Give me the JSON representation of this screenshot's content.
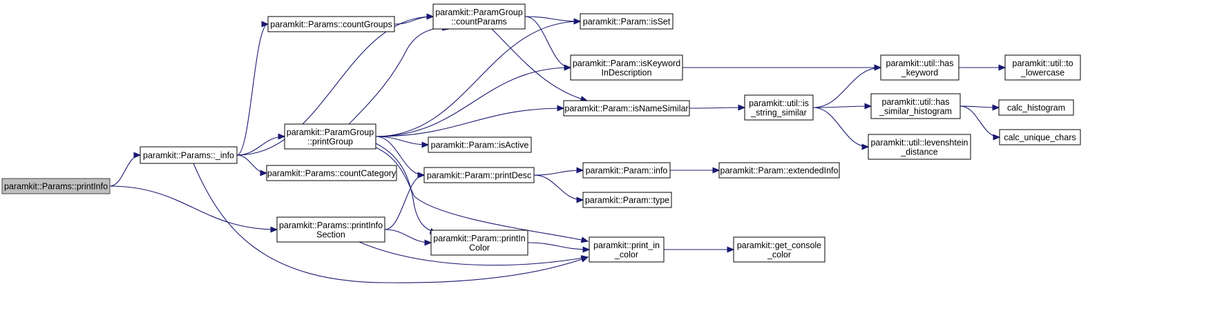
{
  "colors": {
    "edge": "#191970",
    "root_fill": "#bfbfbf",
    "node_fill": "#ffffff",
    "border": "#000000"
  },
  "nodes": [
    {
      "id": "printInfo",
      "lines": [
        "paramkit::Params::printInfo"
      ],
      "root": true
    },
    {
      "id": "_info",
      "lines": [
        "paramkit::Params::_info"
      ]
    },
    {
      "id": "printInfoSection",
      "lines": [
        "paramkit::Params::printInfo",
        "Section"
      ]
    },
    {
      "id": "countGroups",
      "lines": [
        "paramkit::Params::countGroups"
      ]
    },
    {
      "id": "printGroup",
      "lines": [
        "paramkit::ParamGroup",
        "::printGroup"
      ]
    },
    {
      "id": "countCategory",
      "lines": [
        "paramkit::Params::countCategory"
      ]
    },
    {
      "id": "countParams",
      "lines": [
        "paramkit::ParamGroup",
        "::countParams"
      ]
    },
    {
      "id": "isActive",
      "lines": [
        "paramkit::Param::isActive"
      ]
    },
    {
      "id": "printDesc",
      "lines": [
        "paramkit::Param::printDesc"
      ]
    },
    {
      "id": "printInColor",
      "lines": [
        "paramkit::Param::printIn",
        "Color"
      ]
    },
    {
      "id": "isSet",
      "lines": [
        "paramkit::Param::isSet"
      ]
    },
    {
      "id": "isKeyword",
      "lines": [
        "paramkit::Param::isKeyword",
        "InDescription"
      ]
    },
    {
      "id": "isNameSimilar",
      "lines": [
        "paramkit::Param::isNameSimilar"
      ]
    },
    {
      "id": "info",
      "lines": [
        "paramkit::Param::info"
      ]
    },
    {
      "id": "type",
      "lines": [
        "paramkit::Param::type"
      ]
    },
    {
      "id": "print_in_color",
      "lines": [
        "paramkit::print_in",
        "_color"
      ]
    },
    {
      "id": "extendedInfo",
      "lines": [
        "paramkit::Param::extendedInfo"
      ]
    },
    {
      "id": "is_string_similar",
      "lines": [
        "paramkit::util::is",
        "_string_similar"
      ]
    },
    {
      "id": "get_console_color",
      "lines": [
        "paramkit::get_console",
        "_color"
      ]
    },
    {
      "id": "has_keyword",
      "lines": [
        "paramkit::util::has",
        "_keyword"
      ]
    },
    {
      "id": "has_similar_histogram",
      "lines": [
        "paramkit::util::has",
        "_similar_histogram"
      ]
    },
    {
      "id": "levenshtein",
      "lines": [
        "paramkit::util::levenshtein",
        "_distance"
      ]
    },
    {
      "id": "to_lowercase",
      "lines": [
        "paramkit::util::to",
        "_lowercase"
      ]
    },
    {
      "id": "calc_histogram",
      "lines": [
        "calc_histogram"
      ]
    },
    {
      "id": "calc_unique_chars",
      "lines": [
        "calc_unique_chars"
      ]
    }
  ],
  "edges": [
    {
      "from": "printInfo",
      "to": "_info"
    },
    {
      "from": "printInfo",
      "to": "printInfoSection"
    },
    {
      "from": "_info",
      "to": "countGroups"
    },
    {
      "from": "_info",
      "to": "countParams"
    },
    {
      "from": "_info",
      "to": "printGroup"
    },
    {
      "from": "_info",
      "to": "countCategory"
    },
    {
      "from": "_info",
      "to": "print_in_color"
    },
    {
      "from": "countGroups",
      "to": "countParams"
    },
    {
      "from": "countParams",
      "to": "isSet"
    },
    {
      "from": "countParams",
      "to": "isKeyword"
    },
    {
      "from": "countParams",
      "to": "isNameSimilar"
    },
    {
      "from": "printGroup",
      "to": "countParams"
    },
    {
      "from": "printGroup",
      "to": "isSet"
    },
    {
      "from": "printGroup",
      "to": "isKeyword"
    },
    {
      "from": "printGroup",
      "to": "isNameSimilar"
    },
    {
      "from": "printGroup",
      "to": "isActive"
    },
    {
      "from": "printGroup",
      "to": "printDesc"
    },
    {
      "from": "printGroup",
      "to": "printInColor"
    },
    {
      "from": "printGroup",
      "to": "print_in_color"
    },
    {
      "from": "printInfoSection",
      "to": "printDesc"
    },
    {
      "from": "printInfoSection",
      "to": "printInColor"
    },
    {
      "from": "printInfoSection",
      "to": "print_in_color"
    },
    {
      "from": "printDesc",
      "to": "info"
    },
    {
      "from": "printDesc",
      "to": "type"
    },
    {
      "from": "printInColor",
      "to": "print_in_color"
    },
    {
      "from": "info",
      "to": "extendedInfo"
    },
    {
      "from": "isKeyword",
      "to": "has_keyword"
    },
    {
      "from": "isNameSimilar",
      "to": "is_string_similar"
    },
    {
      "from": "is_string_similar",
      "to": "has_keyword"
    },
    {
      "from": "is_string_similar",
      "to": "has_similar_histogram"
    },
    {
      "from": "is_string_similar",
      "to": "levenshtein"
    },
    {
      "from": "has_keyword",
      "to": "to_lowercase"
    },
    {
      "from": "has_similar_histogram",
      "to": "calc_histogram"
    },
    {
      "from": "has_similar_histogram",
      "to": "calc_unique_chars"
    },
    {
      "from": "print_in_color",
      "to": "get_console_color"
    }
  ]
}
